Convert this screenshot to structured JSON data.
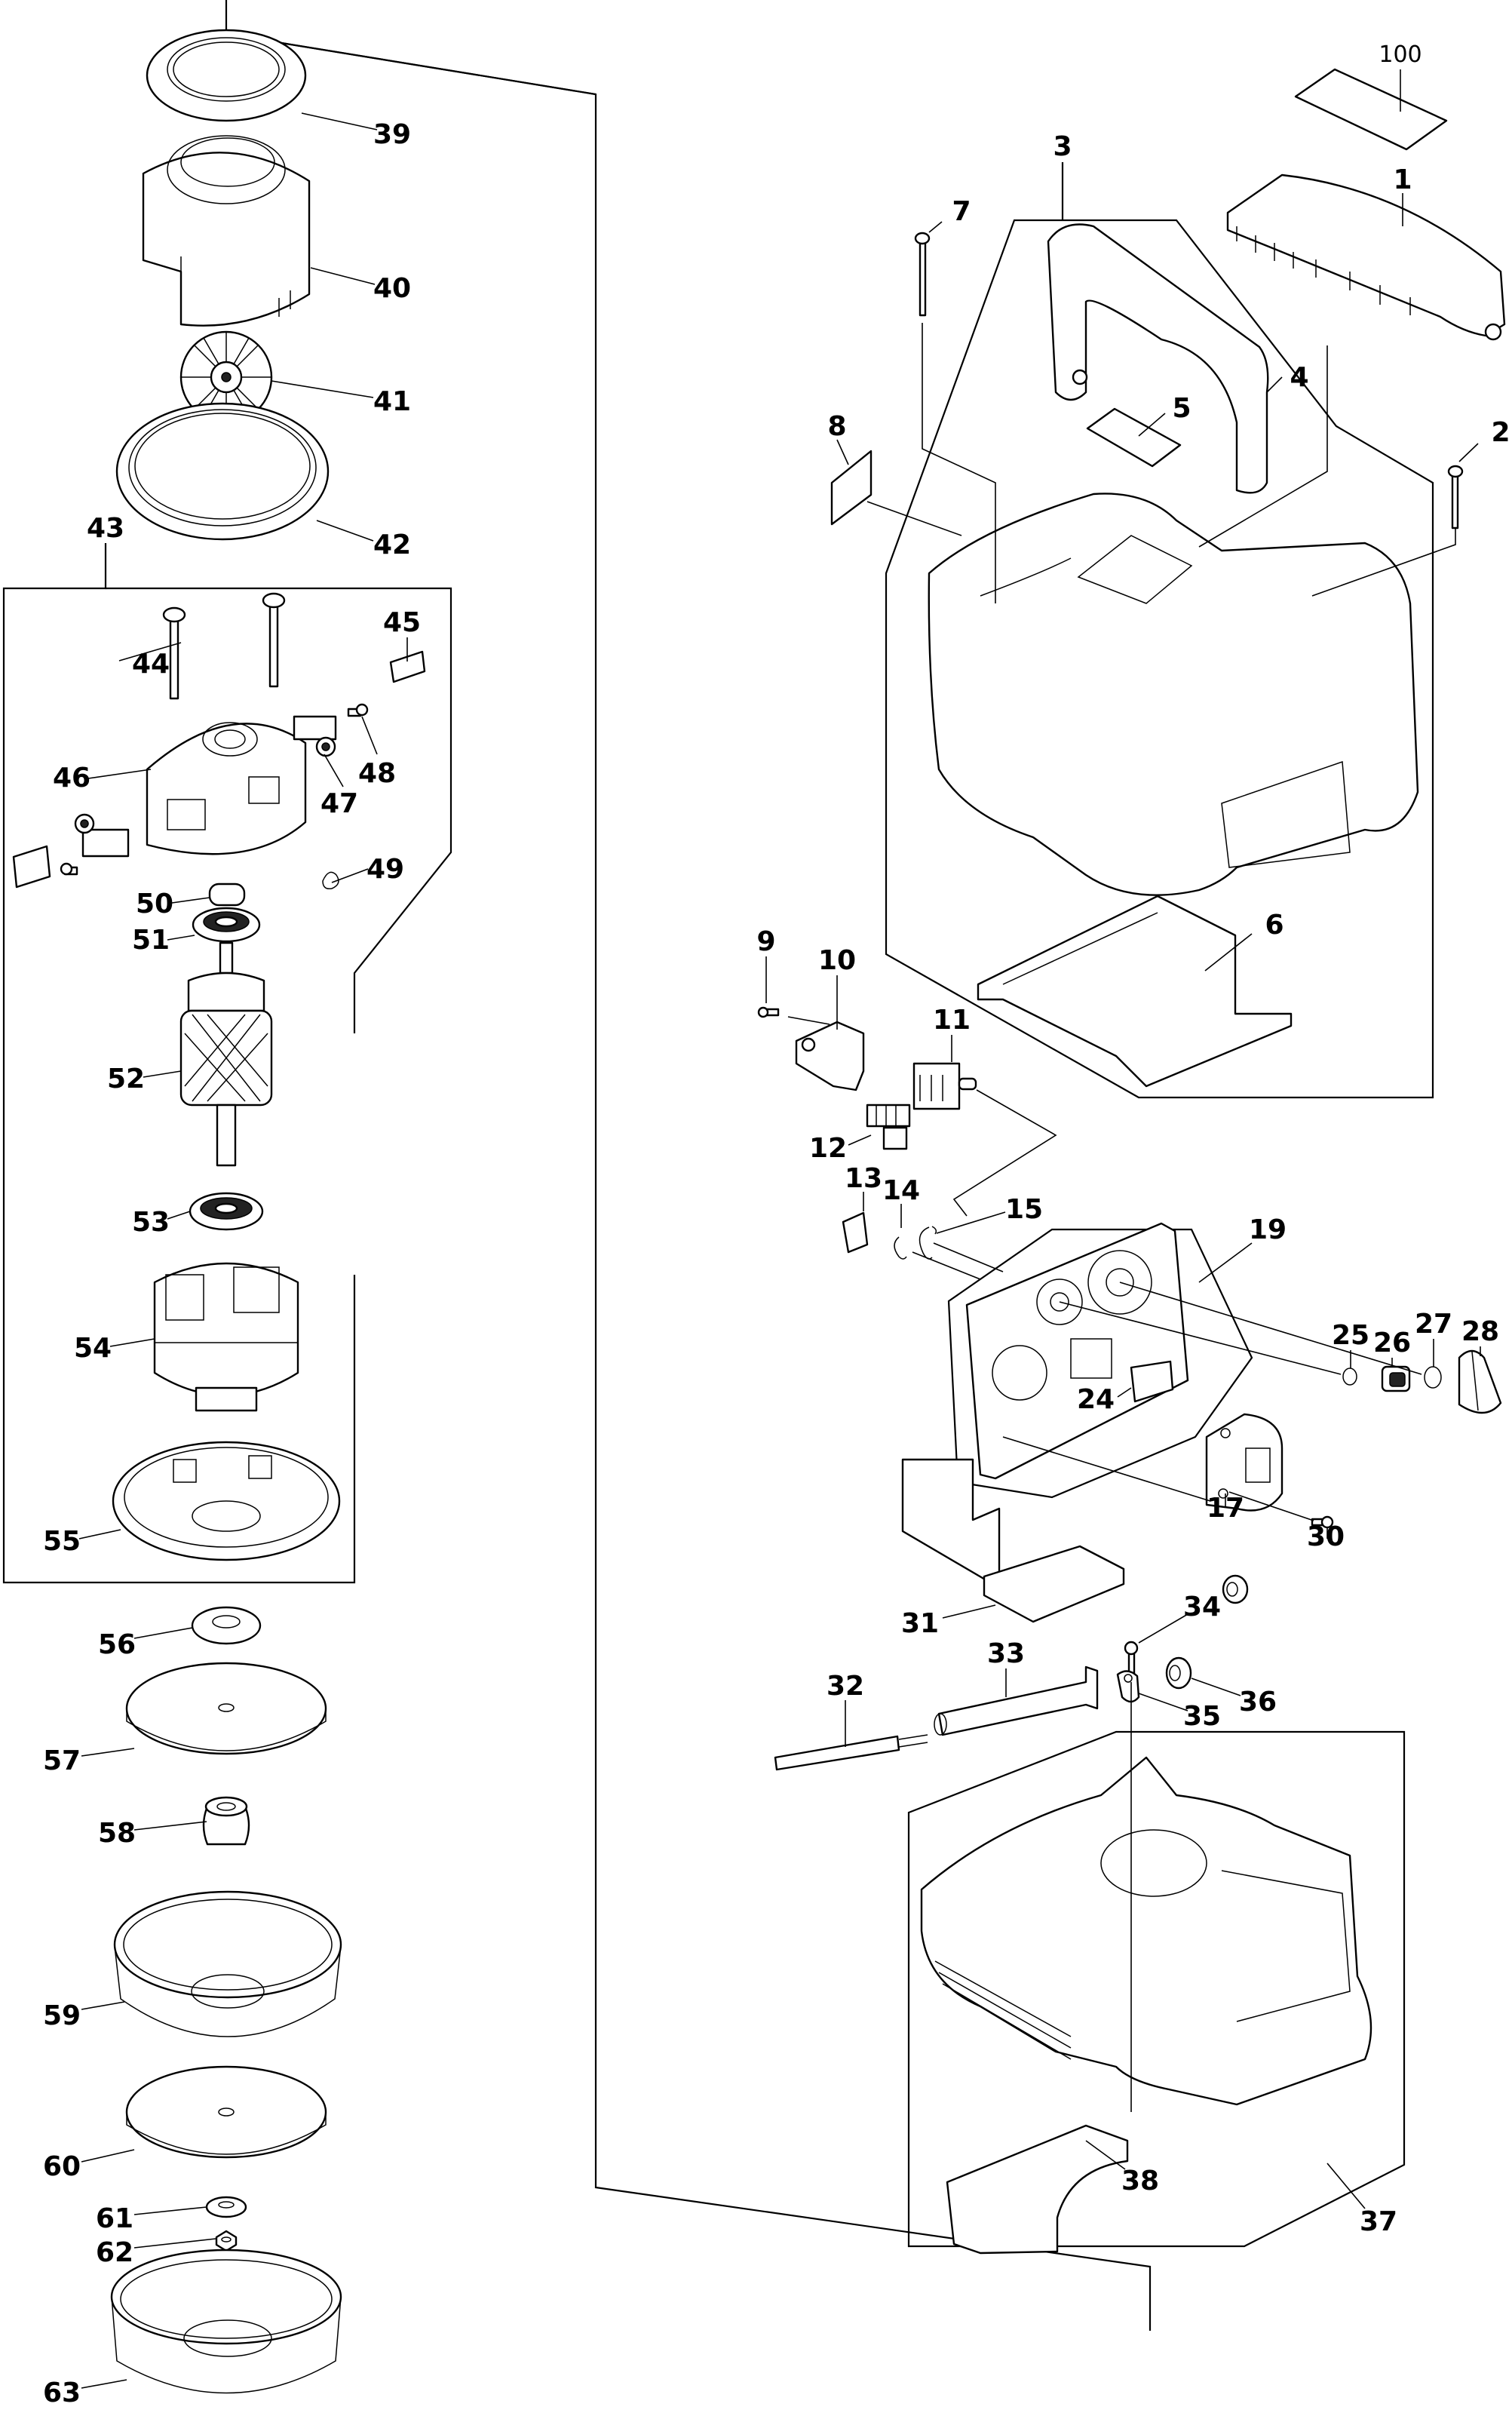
{
  "diagram": {
    "type": "exploded-parts-diagram",
    "subject": "vacuum cleaner / blower unit assembly",
    "callouts": {
      "p1": "1",
      "p2": "2",
      "p3": "3",
      "p4": "4",
      "p5": "5",
      "p6": "6",
      "p7": "7",
      "p8": "8",
      "p9": "9",
      "p10": "10",
      "p11": "11",
      "p12": "12",
      "p13": "13",
      "p14": "14",
      "p15": "15",
      "p17": "17",
      "p19": "19",
      "p24": "24",
      "p25": "25",
      "p26": "26",
      "p27": "27",
      "p28": "28",
      "p30": "30",
      "p31": "31",
      "p32": "32",
      "p33": "33",
      "p34": "34",
      "p35": "35",
      "p36": "36",
      "p37": "37",
      "p38": "38",
      "p39": "39",
      "p40": "40",
      "p41": "41",
      "p42": "42",
      "p43": "43",
      "p44": "44",
      "p45": "45",
      "p46": "46",
      "p47": "47",
      "p48": "48",
      "p49": "49",
      "p50": "50",
      "p51": "51",
      "p52": "52",
      "p53": "53",
      "p54": "54",
      "p55": "55",
      "p56": "56",
      "p57": "57",
      "p58": "58",
      "p59": "59",
      "p60": "60",
      "p61": "61",
      "p62": "62",
      "p63": "63",
      "p100": "100"
    },
    "groups": {
      "motor_assembly": "43",
      "top_cover_assembly": "3",
      "control_panel_assembly": "19",
      "base_housing_assembly": "37"
    }
  }
}
